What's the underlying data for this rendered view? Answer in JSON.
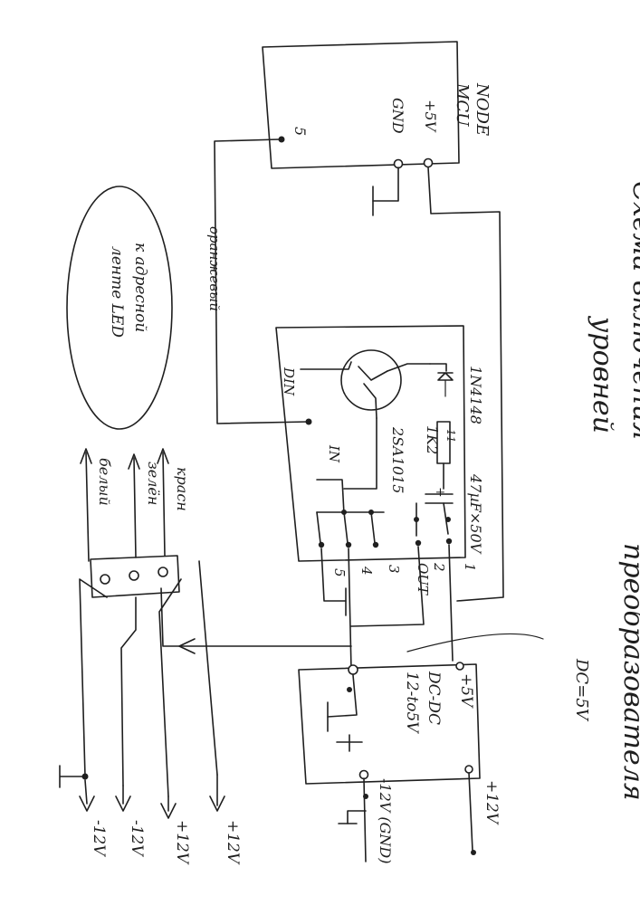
{
  "title": {
    "line1": "Схема включения",
    "line2": "уровней",
    "line3": "преобразователя"
  },
  "dc_label": "DC=5V",
  "mcu": {
    "name_line1": "NODE",
    "name_line2": "MCU",
    "pin_5v": "+5V",
    "pin_gnd": "GND",
    "pin_d": "5"
  },
  "wire_label": "оранжевый",
  "converter": {
    "diode": "1N4148",
    "resistor_value": "1K2",
    "resistor_mark": "11",
    "transistor": "2SA1015",
    "capacitor": "47µF×50V",
    "in_label": "IN",
    "din_label": "DIN",
    "pins": {
      "p1": "1",
      "p2": "2",
      "out": "OUT",
      "p3": "3",
      "p4": "4",
      "p5": "5"
    }
  },
  "dcdc": {
    "title": "DC-DC",
    "sub": "12-to5V",
    "out_plus": "+5V",
    "in_plus": "+12V",
    "in_minus": "-12V (GND)"
  },
  "led_note": {
    "line1": "к адресной",
    "line2": "ленте LED"
  },
  "wires": {
    "red": "красн",
    "green": "зелён",
    "white": "белый"
  },
  "supply": {
    "plus1": "+12V",
    "plus2": "+12V",
    "minus1": "-12V",
    "minus2": "-12V"
  }
}
